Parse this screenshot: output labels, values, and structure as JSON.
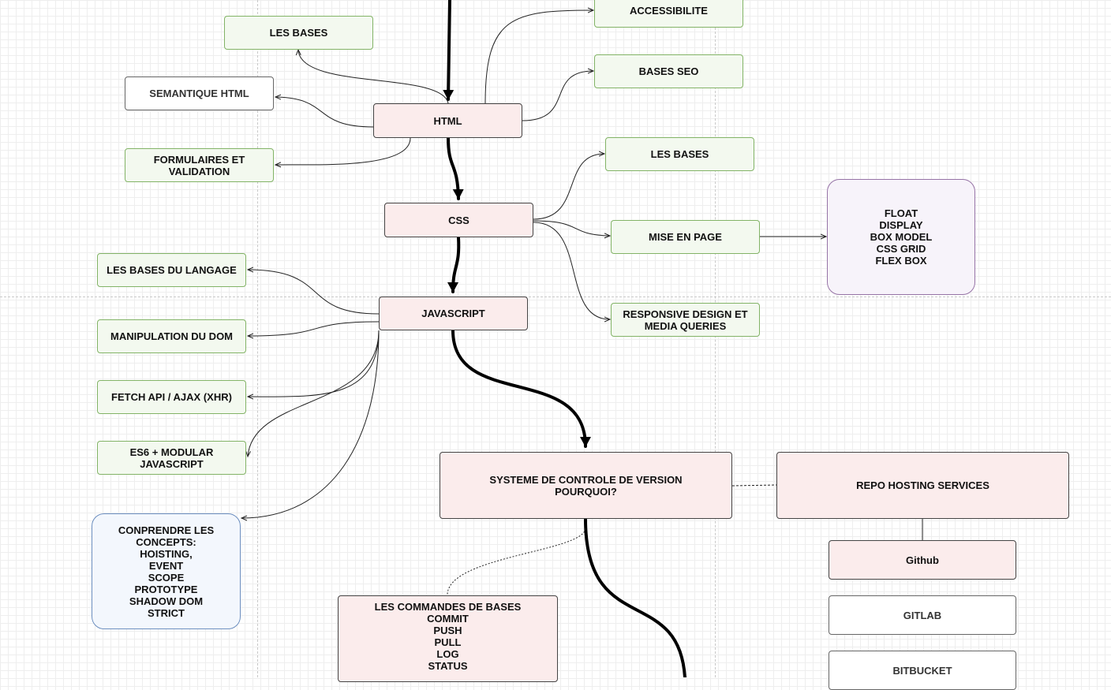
{
  "nodes": {
    "html": "HTML",
    "css": "CSS",
    "javascript": "JAVASCRIPT",
    "html_bases": "LES BASES",
    "semantique": "SEMANTIQUE HTML",
    "formulaires": "FORMULAIRES ET\nVALIDATION",
    "accessibilite": "ACCESSIBILITE",
    "bases_seo": "BASES SEO",
    "css_bases": "LES BASES",
    "mise_en_page": "MISE EN PAGE",
    "responsive": "RESPONSIVE DESIGN ET\nMEDIA QUERIES",
    "layout_list": "FLOAT\nDISPLAY\nBOX MODEL\nCSS GRID\nFLEX BOX",
    "js_bases": "LES BASES DU LANGAGE",
    "dom": "MANIPULATION DU DOM",
    "fetch": "FETCH API / AJAX (XHR)",
    "es6": "ES6 + MODULAR JAVASCRIPT",
    "concepts": "CONPRENDRE LES\nCONCEPTS:\nHOISTING,\nEVENT\nSCOPE\nPROTOTYPE\nSHADOW DOM\nSTRICT",
    "vcs": "SYSTEME DE CONTROLE DE VERSION\nPOURQUOI?",
    "repo_hosting": "REPO HOSTING SERVICES",
    "github": "Github",
    "gitlab": "GITLAB",
    "bitbucket": "BITBUCKET",
    "git_commands": "LES COMMANDES DE BASES\nCOMMIT\nPUSH\nPULL\nLOG\nSTATUS"
  }
}
